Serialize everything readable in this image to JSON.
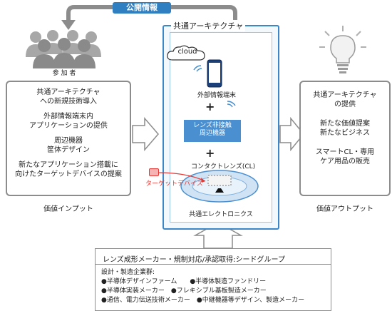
{
  "public_info_label": "公開情報",
  "participants_label": "参 加 者",
  "left_panel": {
    "lines": [
      [
        "共通アーキテクチャ",
        "への新規技術導入"
      ],
      [
        "外部情報端末内",
        "アプリケーションの提供"
      ],
      [
        "周辺機器",
        "筐体デザイン"
      ],
      [
        "新たなアプリケーション搭載に",
        "向けたターゲットデバイスの提案"
      ]
    ],
    "caption": "価値インプット"
  },
  "architecture": {
    "title": "共通アーキテクチャ",
    "cloud_label": "cloud",
    "terminal_label": "外部情報端末",
    "plus": "+",
    "device_box": "レンズ非接触\n周辺機器",
    "contact_lens_label": "コンタクトレンズ(CL)",
    "target_device_label": "ターゲットデバイス",
    "electronics_label": "共通エレクトロニクス"
  },
  "right_panel": {
    "lines": [
      [
        "共通アーキテクチャ",
        "の提供"
      ],
      [
        "新たな価値提案",
        "新たなビジネス"
      ],
      [
        "スマートCL・専用",
        "ケア用品の販売"
      ]
    ],
    "caption": "価値アウトプット"
  },
  "bottom": {
    "headline": "レンズ成形メーカー・規制対応/承認取得:シードグループ",
    "group_label": "設計・製造企業群:",
    "rows": [
      "●半導体デザインファーム　　●半導体製造ファンドリー",
      "●半導体実装メーカー　●フレキシブル基板製造メーカー",
      "●通信、電力伝送技術メーカー　●中継機器等デザイン、製造メーカー"
    ]
  },
  "colors": {
    "accent_blue": "#3b86c8",
    "box_blue": "#4a8fd0",
    "target_red": "#e53935",
    "panel_gray": "#8c8c8c"
  }
}
